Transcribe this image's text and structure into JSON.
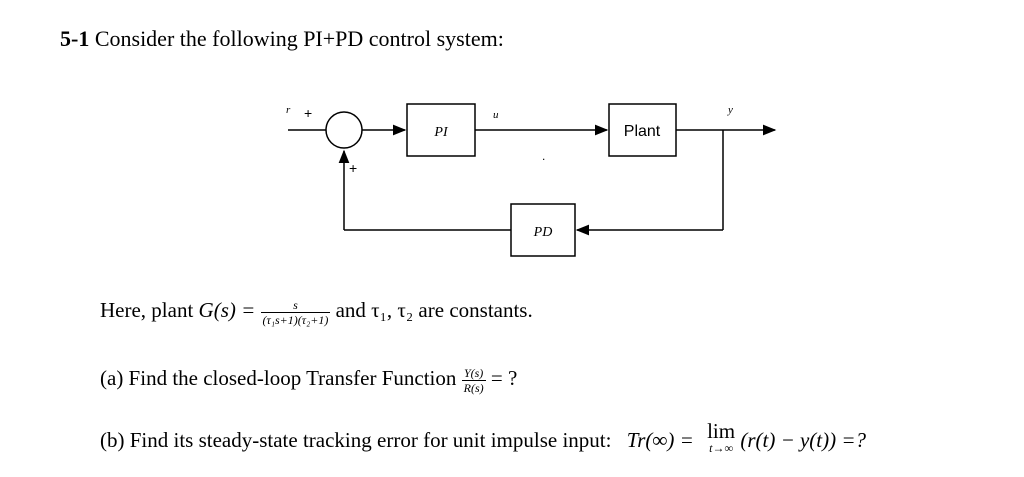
{
  "title": {
    "number": "5-1",
    "text": "Consider the following PI+PD control system:"
  },
  "diagram": {
    "signal_r": "r",
    "plus_top": "+",
    "plus_bottom": "+",
    "block_pi": "PI",
    "signal_u": "u",
    "block_plant": "Plant",
    "signal_y": "y",
    "block_pd": "PD",
    "dot": "."
  },
  "plant": {
    "prefix": "Here, plant",
    "lhs": "G(s) =",
    "numerator": "s",
    "denominator": "(τ₁s+1)(τ₂+1)",
    "suffix": "and τ₁, τ₂ are constants."
  },
  "part_a": {
    "text": "(a) Find the closed-loop Transfer Function",
    "numerator": "Y(s)",
    "denominator": "R(s)",
    "tail": "= ?"
  },
  "part_b": {
    "text": "(b) Find its steady-state tracking error for unit impulse input:",
    "lhs": "Tr(∞) =",
    "lim": "lim",
    "lim_sub": "t→∞",
    "rhs": "(r(t) − y(t)) =?"
  }
}
